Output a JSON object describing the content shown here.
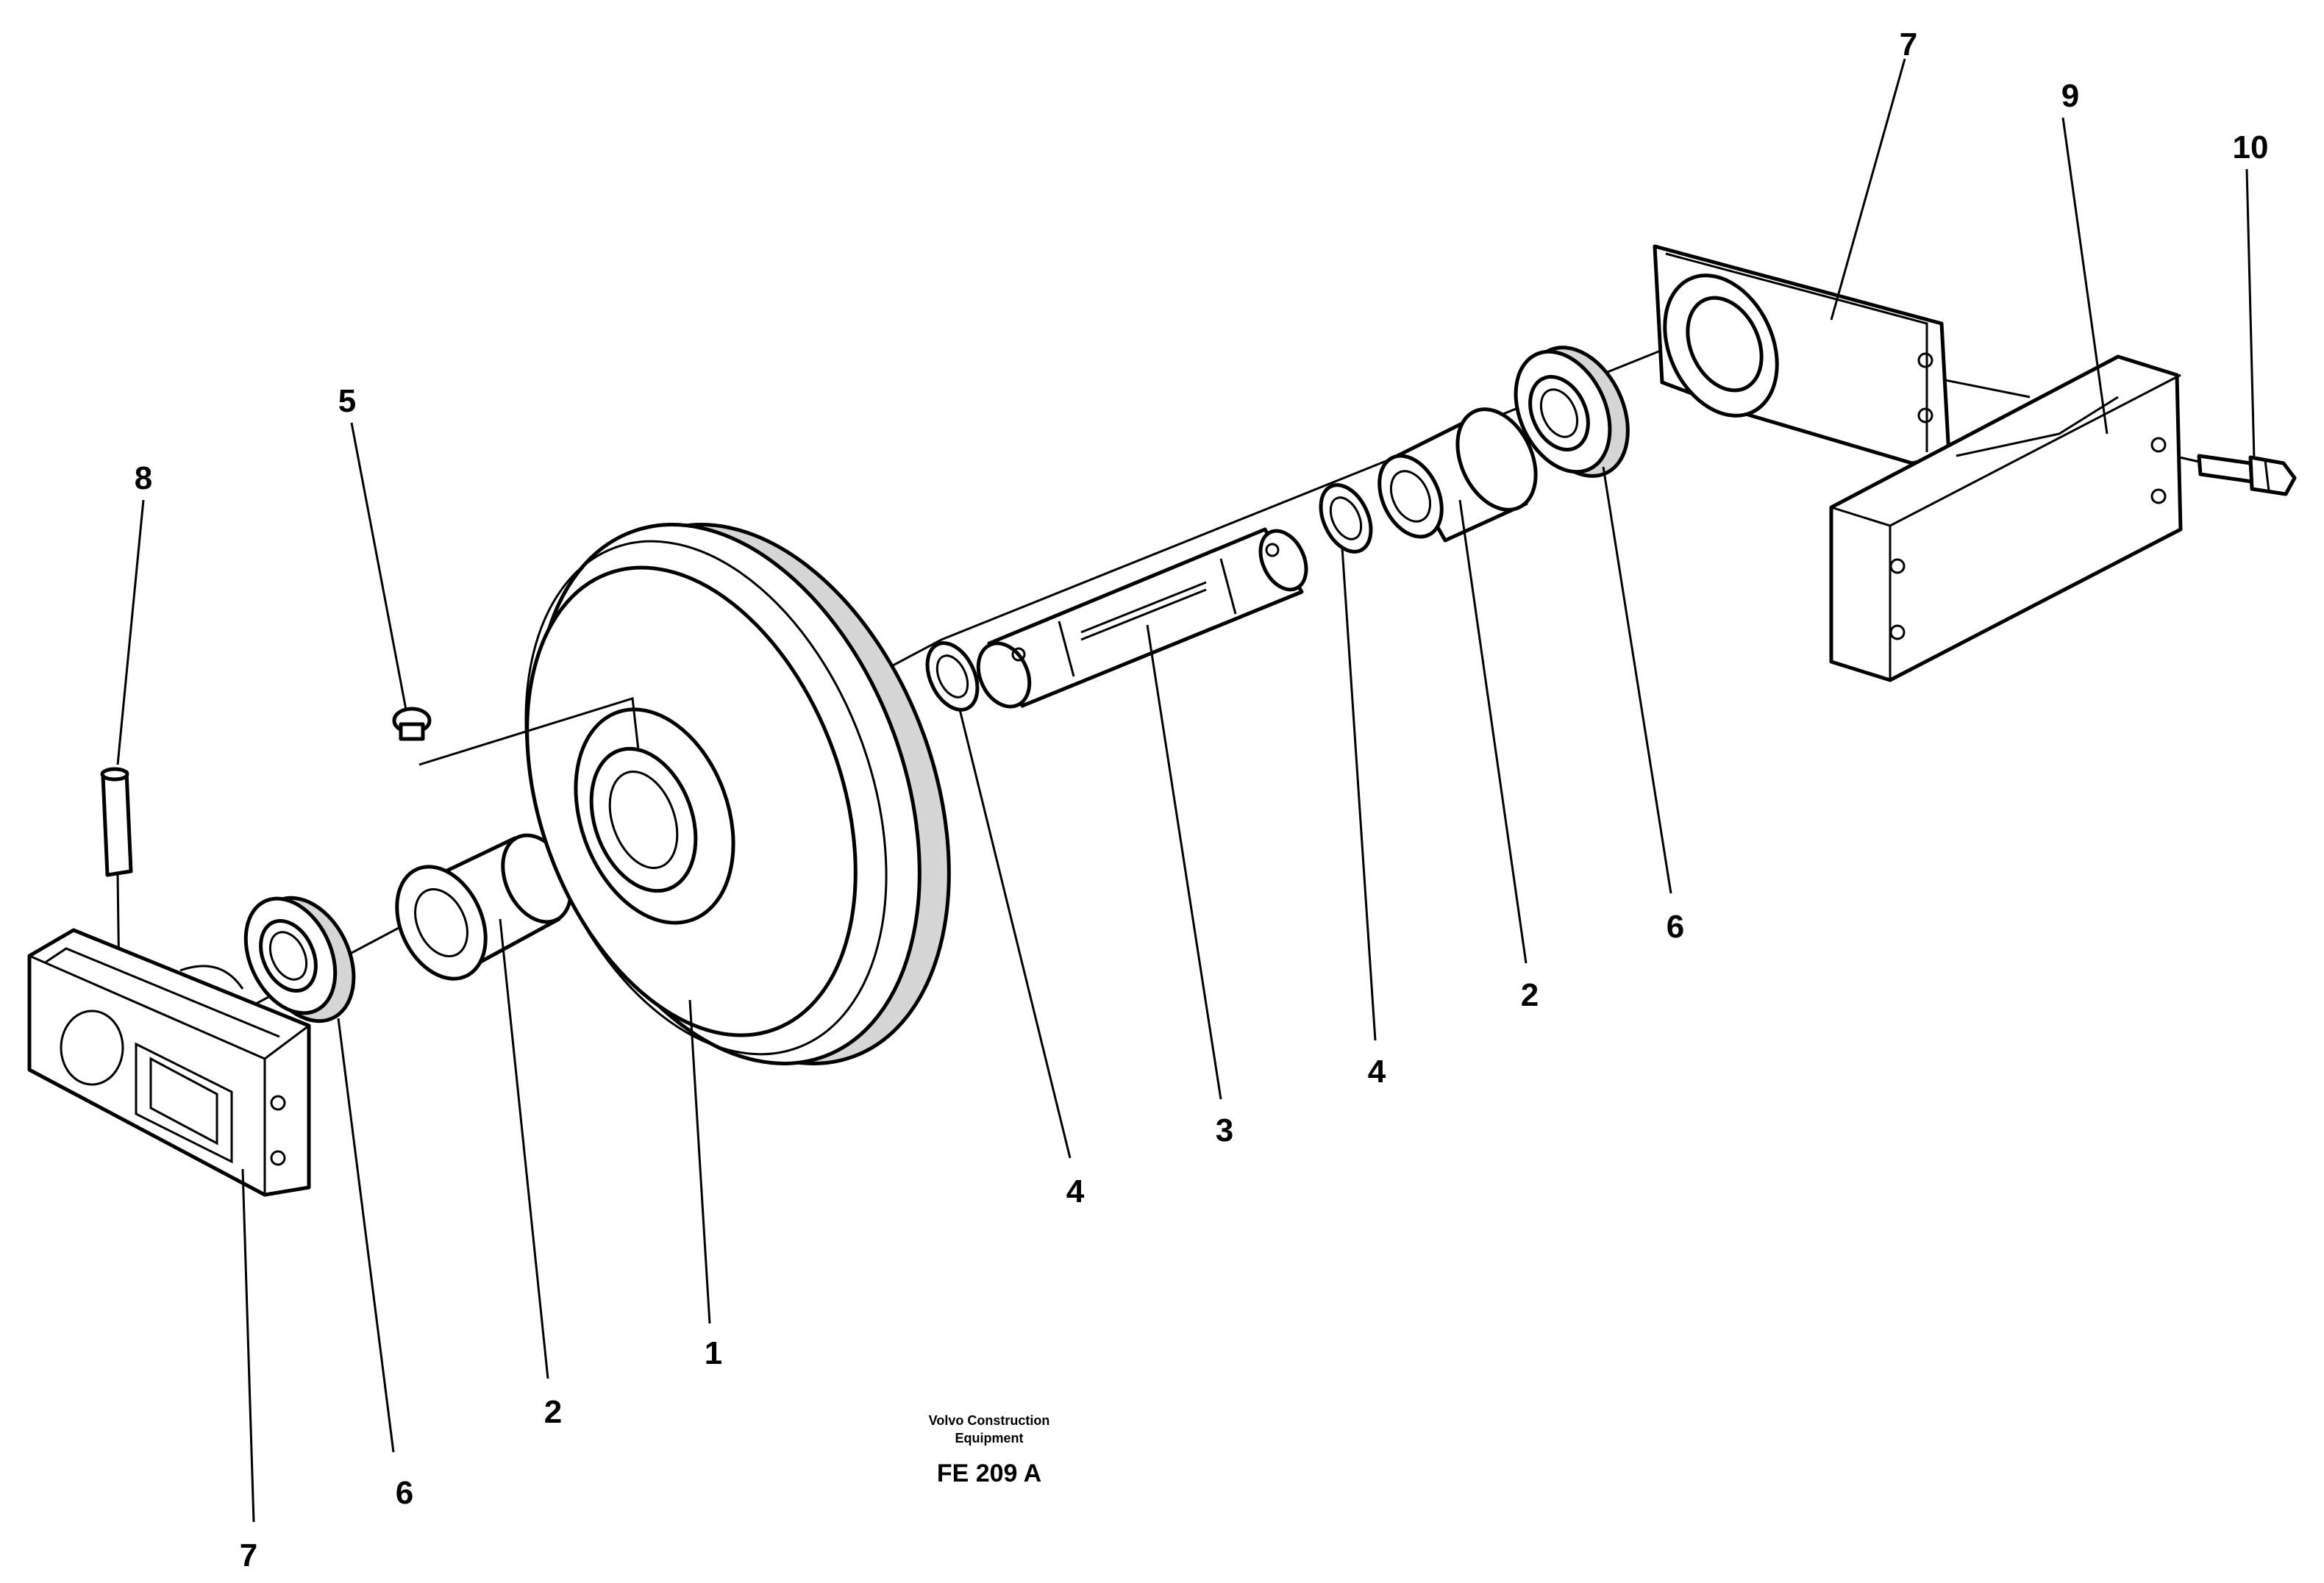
{
  "callouts": {
    "c1": "1",
    "c2a": "2",
    "c2b": "2",
    "c3": "3",
    "c4a": "4",
    "c4b": "4",
    "c5": "5",
    "c6a": "6",
    "c6b": "6",
    "c7a": "7",
    "c7b": "7",
    "c8": "8",
    "c9": "9",
    "c10": "10"
  },
  "caption": {
    "line1": "Volvo Construction",
    "line2": "Equipment",
    "code": "FE 209 A"
  }
}
